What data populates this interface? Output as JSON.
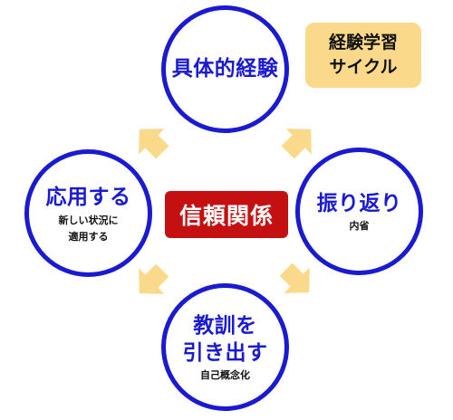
{
  "colors": {
    "circle_border": "#1a1ad0",
    "main_text": "#1a1ad0",
    "sub_text": "#111111",
    "center_fill": "#c41010",
    "center_text": "#ffffff",
    "arrow_fill": "#fbd98a",
    "corner_fill": "#fbd98a"
  },
  "corner_label": {
    "line1": "経験学習",
    "line2": "サイクル"
  },
  "center_label": "信頼関係",
  "cycle": {
    "top": {
      "main": "具体的経験"
    },
    "right": {
      "main": "振り返り",
      "sub": "内省"
    },
    "bottom": {
      "main_line1": "教訓を",
      "main_line2": "引き出す",
      "sub": "自己概念化"
    },
    "left": {
      "main": "応用する",
      "sub_line1": "新しい状況に",
      "sub_line2": "適用する"
    }
  },
  "arrows": [
    {
      "name": "arrow-top-to-right",
      "direction": "down-right"
    },
    {
      "name": "arrow-right-to-bottom",
      "direction": "down-left"
    },
    {
      "name": "arrow-bottom-to-left",
      "direction": "up-left"
    },
    {
      "name": "arrow-left-to-top",
      "direction": "up-right"
    }
  ]
}
